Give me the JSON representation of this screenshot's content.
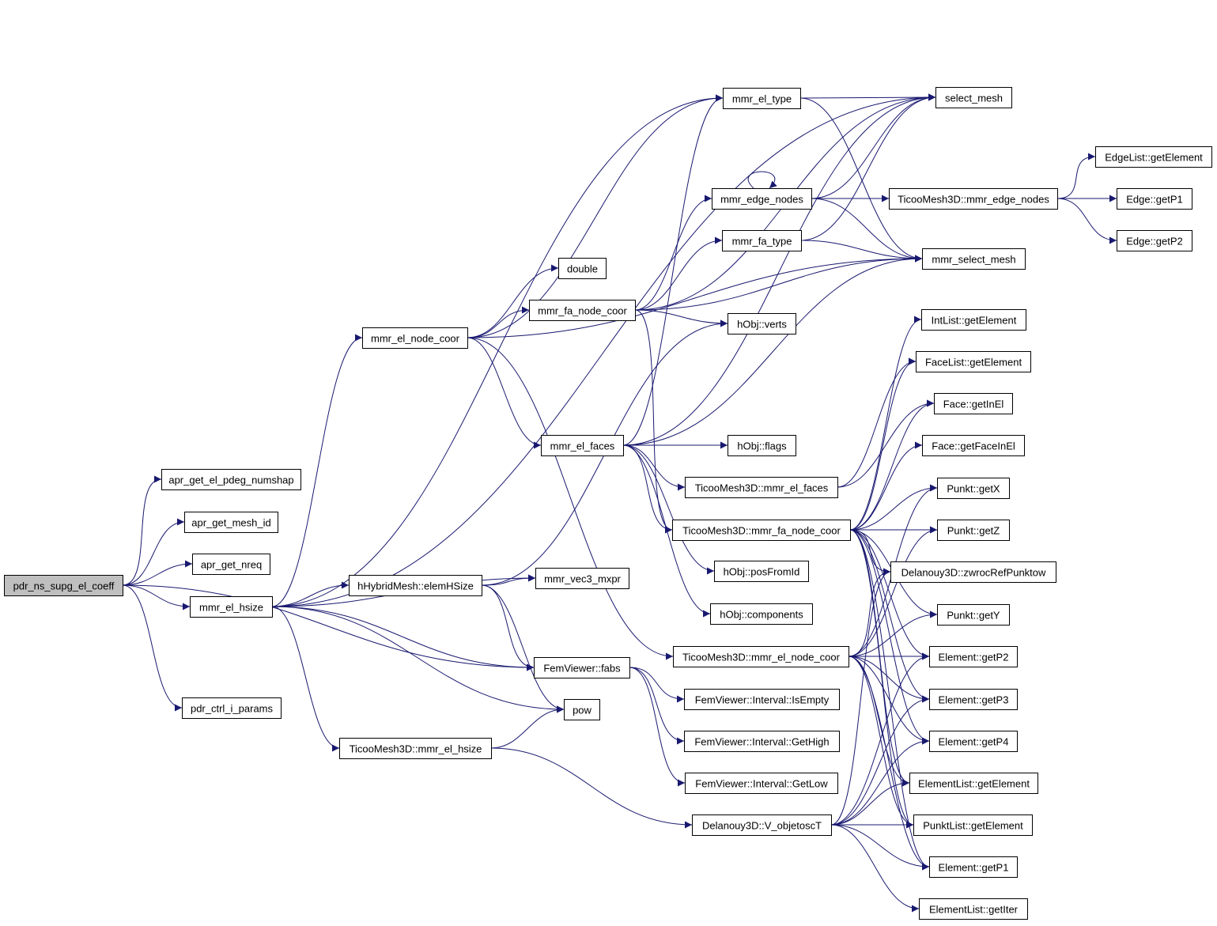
{
  "diagram": {
    "root": "pdr_ns_supg_el_coeff",
    "nodes": [
      {
        "id": "root",
        "label": "pdr_ns_supg_el_coeff"
      },
      {
        "id": "apr_numshap",
        "label": "apr_get_el_pdeg_numshap"
      },
      {
        "id": "apr_mesh_id",
        "label": "apr_get_mesh_id"
      },
      {
        "id": "apr_nreq",
        "label": "apr_get_nreq"
      },
      {
        "id": "mmr_el_hsize",
        "label": "mmr_el_hsize"
      },
      {
        "id": "pdr_ctrl",
        "label": "pdr_ctrl_i_params"
      },
      {
        "id": "mmr_el_node_coor",
        "label": "mmr_el_node_coor"
      },
      {
        "id": "hhybrid",
        "label": "hHybridMesh::elemHSize"
      },
      {
        "id": "ticoo_el_hsize",
        "label": "TicooMesh3D::mmr_el_hsize"
      },
      {
        "id": "double",
        "label": "double"
      },
      {
        "id": "mmr_fa_node_coor",
        "label": "mmr_fa_node_coor"
      },
      {
        "id": "mmr_el_faces",
        "label": "mmr_el_faces"
      },
      {
        "id": "mmr_vec3",
        "label": "mmr_vec3_mxpr"
      },
      {
        "id": "fabs",
        "label": "FemViewer::fabs"
      },
      {
        "id": "pow",
        "label": "pow"
      },
      {
        "id": "mmr_el_type",
        "label": "mmr_el_type"
      },
      {
        "id": "mmr_edge_nodes",
        "label": "mmr_edge_nodes"
      },
      {
        "id": "mmr_fa_type",
        "label": "mmr_fa_type"
      },
      {
        "id": "hobj_verts",
        "label": "hObj::verts"
      },
      {
        "id": "hobj_flags",
        "label": "hObj::flags"
      },
      {
        "id": "ticoo_el_faces",
        "label": "TicooMesh3D::mmr_el_faces"
      },
      {
        "id": "ticoo_fa_node",
        "label": "TicooMesh3D::mmr_fa_node_coor"
      },
      {
        "id": "hobj_pos",
        "label": "hObj::posFromId"
      },
      {
        "id": "hobj_comp",
        "label": "hObj::components"
      },
      {
        "id": "ticoo_el_node",
        "label": "TicooMesh3D::mmr_el_node_coor"
      },
      {
        "id": "iv_empty",
        "label": "FemViewer::Interval::IsEmpty"
      },
      {
        "id": "iv_high",
        "label": "FemViewer::Interval::GetHigh"
      },
      {
        "id": "iv_low",
        "label": "FemViewer::Interval::GetLow"
      },
      {
        "id": "delaunay_v",
        "label": "Delanouy3D::V_objetoscT"
      },
      {
        "id": "select_mesh",
        "label": "select_mesh"
      },
      {
        "id": "ticoo_edge",
        "label": "TicooMesh3D::mmr_edge_nodes"
      },
      {
        "id": "mmr_select_mesh",
        "label": "mmr_select_mesh"
      },
      {
        "id": "intlist",
        "label": "IntList::getElement"
      },
      {
        "id": "facelist",
        "label": "FaceList::getElement"
      },
      {
        "id": "face_inel",
        "label": "Face::getInEl"
      },
      {
        "id": "face_faceinel",
        "label": "Face::getFaceInEl"
      },
      {
        "id": "punkt_x",
        "label": "Punkt::getX"
      },
      {
        "id": "punkt_z",
        "label": "Punkt::getZ"
      },
      {
        "id": "zwroc",
        "label": "Delanouy3D::zwrocRefPunktow"
      },
      {
        "id": "punkt_y",
        "label": "Punkt::getY"
      },
      {
        "id": "el_p2",
        "label": "Element::getP2"
      },
      {
        "id": "el_p3",
        "label": "Element::getP3"
      },
      {
        "id": "el_p4",
        "label": "Element::getP4"
      },
      {
        "id": "ellist",
        "label": "ElementList::getElement"
      },
      {
        "id": "punktlist",
        "label": "PunktList::getElement"
      },
      {
        "id": "el_p1",
        "label": "Element::getP1"
      },
      {
        "id": "ellist_iter",
        "label": "ElementList::getIter"
      },
      {
        "id": "edgelist",
        "label": "EdgeList::getElement"
      },
      {
        "id": "edge_p1",
        "label": "Edge::getP1"
      },
      {
        "id": "edge_p2",
        "label": "Edge::getP2"
      }
    ],
    "edges": [
      [
        "root",
        "apr_numshap"
      ],
      [
        "root",
        "apr_mesh_id"
      ],
      [
        "root",
        "apr_nreq"
      ],
      [
        "root",
        "mmr_el_hsize"
      ],
      [
        "root",
        "pdr_ctrl"
      ],
      [
        "root",
        "fabs"
      ],
      [
        "mmr_el_hsize",
        "mmr_el_node_coor"
      ],
      [
        "mmr_el_hsize",
        "hhybrid"
      ],
      [
        "mmr_el_hsize",
        "ticoo_el_hsize"
      ],
      [
        "mmr_el_hsize",
        "mmr_vec3"
      ],
      [
        "mmr_el_hsize",
        "fabs"
      ],
      [
        "mmr_el_hsize",
        "pow"
      ],
      [
        "mmr_el_hsize",
        "select_mesh"
      ],
      [
        "mmr_el_hsize",
        "mmr_el_type"
      ],
      [
        "mmr_el_node_coor",
        "double"
      ],
      [
        "mmr_el_node_coor",
        "mmr_fa_node_coor"
      ],
      [
        "mmr_el_node_coor",
        "mmr_el_faces"
      ],
      [
        "mmr_el_node_coor",
        "mmr_el_type"
      ],
      [
        "mmr_el_node_coor",
        "mmr_select_mesh"
      ],
      [
        "mmr_el_node_coor",
        "ticoo_el_node"
      ],
      [
        "hhybrid",
        "mmr_vec3"
      ],
      [
        "hhybrid",
        "fabs"
      ],
      [
        "hhybrid",
        "pow"
      ],
      [
        "hhybrid",
        "hobj_verts"
      ],
      [
        "ticoo_el_hsize",
        "pow"
      ],
      [
        "ticoo_el_hsize",
        "delaunay_v"
      ],
      [
        "mmr_fa_node_coor",
        "mmr_edge_nodes"
      ],
      [
        "mmr_fa_node_coor",
        "mmr_fa_type"
      ],
      [
        "mmr_fa_node_coor",
        "hobj_verts"
      ],
      [
        "mmr_fa_node_coor",
        "mmr_select_mesh"
      ],
      [
        "mmr_fa_node_coor",
        "ticoo_fa_node"
      ],
      [
        "mmr_fa_node_coor",
        "select_mesh"
      ],
      [
        "mmr_el_faces",
        "hobj_flags"
      ],
      [
        "mmr_el_faces",
        "ticoo_el_faces"
      ],
      [
        "mmr_el_faces",
        "hobj_pos"
      ],
      [
        "mmr_el_faces",
        "hobj_comp"
      ],
      [
        "mmr_el_faces",
        "mmr_select_mesh"
      ],
      [
        "mmr_el_faces",
        "mmr_el_type"
      ],
      [
        "mmr_el_faces",
        "ticoo_fa_node"
      ],
      [
        "mmr_el_faces",
        "select_mesh"
      ],
      [
        "fabs",
        "iv_empty"
      ],
      [
        "fabs",
        "iv_high"
      ],
      [
        "fabs",
        "iv_low"
      ],
      [
        "mmr_el_type",
        "select_mesh"
      ],
      [
        "mmr_el_type",
        "mmr_select_mesh"
      ],
      [
        "mmr_edge_nodes",
        "mmr_edge_nodes"
      ],
      [
        "mmr_edge_nodes",
        "select_mesh"
      ],
      [
        "mmr_edge_nodes",
        "ticoo_edge"
      ],
      [
        "mmr_edge_nodes",
        "mmr_select_mesh"
      ],
      [
        "mmr_fa_type",
        "select_mesh"
      ],
      [
        "mmr_fa_type",
        "mmr_select_mesh"
      ],
      [
        "ticoo_edge",
        "edgelist"
      ],
      [
        "ticoo_edge",
        "edge_p1"
      ],
      [
        "ticoo_edge",
        "edge_p2"
      ],
      [
        "ticoo_el_faces",
        "facelist"
      ],
      [
        "ticoo_el_faces",
        "face_inel"
      ],
      [
        "ticoo_fa_node",
        "intlist"
      ],
      [
        "ticoo_fa_node",
        "facelist"
      ],
      [
        "ticoo_fa_node",
        "face_inel"
      ],
      [
        "ticoo_fa_node",
        "face_faceinel"
      ],
      [
        "ticoo_fa_node",
        "punkt_x"
      ],
      [
        "ticoo_fa_node",
        "punkt_z"
      ],
      [
        "ticoo_fa_node",
        "zwroc"
      ],
      [
        "ticoo_fa_node",
        "punkt_y"
      ],
      [
        "ticoo_fa_node",
        "el_p2"
      ],
      [
        "ticoo_fa_node",
        "el_p3"
      ],
      [
        "ticoo_fa_node",
        "el_p4"
      ],
      [
        "ticoo_fa_node",
        "ellist"
      ],
      [
        "ticoo_fa_node",
        "punktlist"
      ],
      [
        "ticoo_fa_node",
        "el_p1"
      ],
      [
        "ticoo_el_node",
        "punkt_x"
      ],
      [
        "ticoo_el_node",
        "punkt_z"
      ],
      [
        "ticoo_el_node",
        "zwroc"
      ],
      [
        "ticoo_el_node",
        "punkt_y"
      ],
      [
        "ticoo_el_node",
        "el_p2"
      ],
      [
        "ticoo_el_node",
        "el_p3"
      ],
      [
        "ticoo_el_node",
        "el_p4"
      ],
      [
        "ticoo_el_node",
        "ellist"
      ],
      [
        "ticoo_el_node",
        "punktlist"
      ],
      [
        "ticoo_el_node",
        "el_p1"
      ],
      [
        "delaunay_v",
        "el_p2"
      ],
      [
        "delaunay_v",
        "el_p3"
      ],
      [
        "delaunay_v",
        "el_p4"
      ],
      [
        "delaunay_v",
        "ellist"
      ],
      [
        "delaunay_v",
        "punktlist"
      ],
      [
        "delaunay_v",
        "el_p1"
      ],
      [
        "delaunay_v",
        "ellist_iter"
      ],
      [
        "delaunay_v",
        "zwroc"
      ]
    ]
  }
}
